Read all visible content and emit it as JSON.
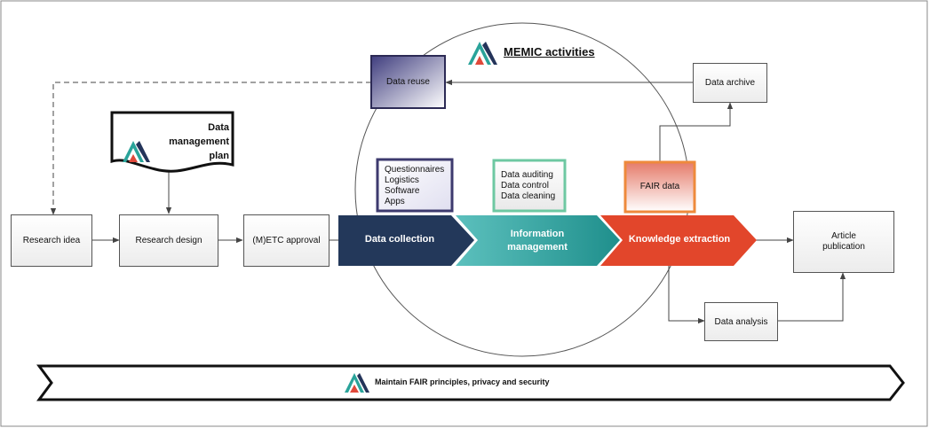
{
  "title": "MEMIC activities",
  "nodes": {
    "research_idea": "Research idea",
    "research_design": "Research design",
    "metc_approval": "(M)ETC approval",
    "article_publication": "Article publication",
    "data_archive": "Data archive",
    "data_reuse": "Data reuse",
    "data_analysis": "Data analysis",
    "fair_data": "FAIR data"
  },
  "dmp": {
    "line1": "Data management",
    "line2": "plan"
  },
  "phases": {
    "collection": "Data collection",
    "info_line1": "Information",
    "info_line2": "management",
    "knowledge": "Knowledge extraction"
  },
  "collection_items": [
    "Questionnaires",
    "Logistics",
    "Software",
    "Apps"
  ],
  "info_items": [
    "Data auditing",
    "Data control",
    "Data cleaning"
  ],
  "banner": "Maintain FAIR principles, privacy and security",
  "colors": {
    "collection": "#23385a",
    "info_start": "#56b9b6",
    "info_end": "#1f8f8c",
    "knowledge": "#e2462b",
    "fair_border": "#ee8a3c",
    "collection_border": "#3d3a6e",
    "info_border": "#6ec8a2",
    "logo_teal": "#2aa39a",
    "logo_red": "#e0483a",
    "logo_navy": "#24345a"
  }
}
